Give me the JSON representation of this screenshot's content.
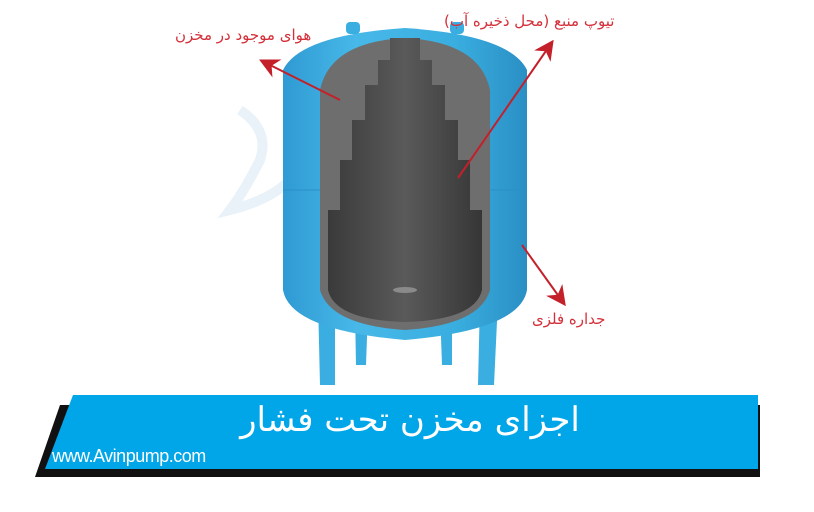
{
  "diagram": {
    "subject": "pressure tank cutaway",
    "labels": {
      "air": "هوای موجود در مخزن",
      "bladder": "تیوپ منبع (محل ذخیره آب)",
      "wall": "جداره فلزی"
    }
  },
  "banner": {
    "title": "اجزای مخزن تحت فشار",
    "url": "www.Avinpump.com"
  },
  "colors": {
    "tank_blue": "#3aaee0",
    "tank_blue_dark": "#2a8fc4",
    "bladder_gray": "#4a4a4a",
    "label_red": "#d4303a",
    "arrow_red": "#c4202a",
    "banner_blue": "#00a6e8",
    "banner_shadow": "#111111"
  }
}
